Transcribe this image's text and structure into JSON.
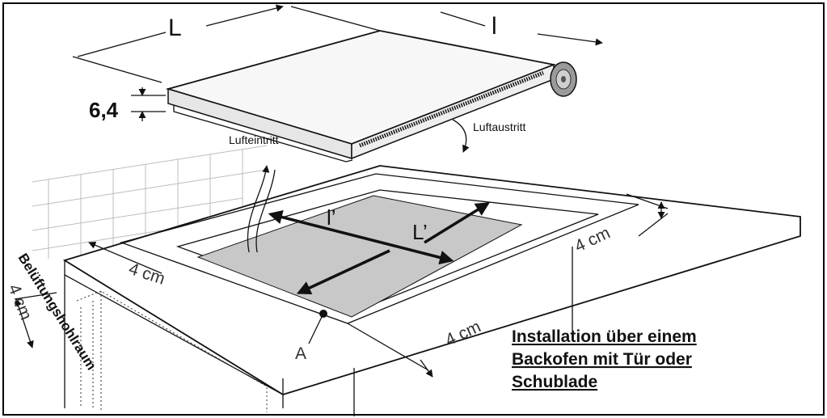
{
  "labels": {
    "length": "L",
    "width": "l",
    "height": "6,4",
    "air_outlet": "Luftaustritt",
    "air_inlet": "Lufteintritt",
    "cutout_width": "l’",
    "cutout_length": "L’",
    "gap_back": "4 cm",
    "gap_left": "4 cm",
    "gap_front": "4 cm",
    "gap_vent": "4 cm",
    "vent_cavity": "Belüftungshohlraum",
    "point_a": "A"
  },
  "installation_note": {
    "line1": "Installation über einem",
    "line2": "Backofen mit Tür oder",
    "line3": "Schublade"
  },
  "colors": {
    "cutout_fill": "#c8c8c8",
    "hob_top": "#f7f7f7",
    "hob_side": "#e6e6e6",
    "line": "#111111",
    "border": "#000000"
  }
}
